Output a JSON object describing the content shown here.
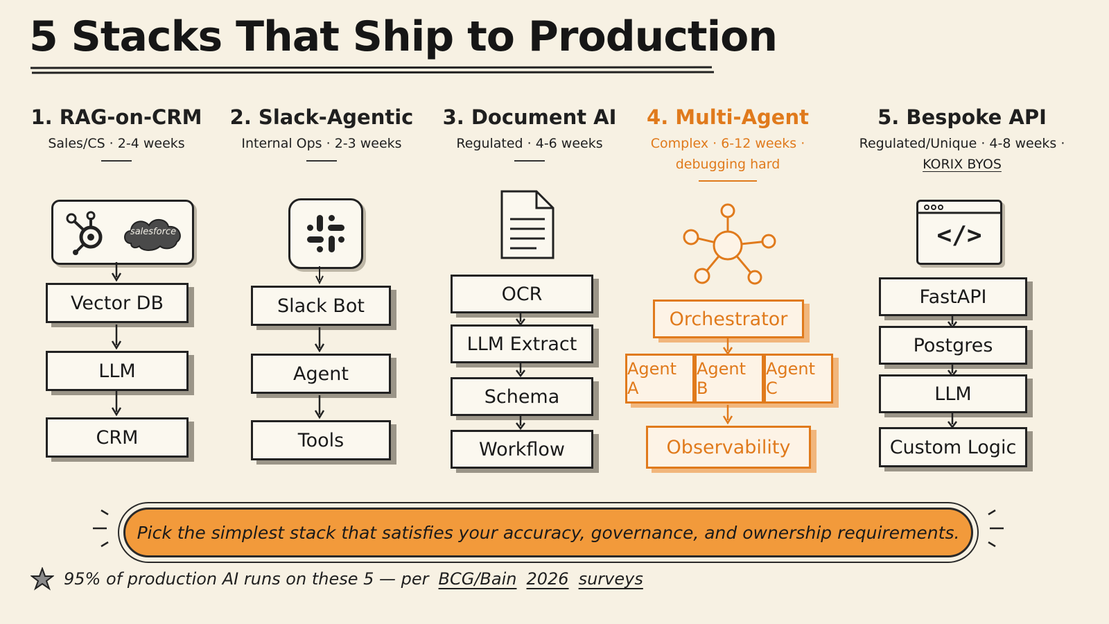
{
  "title": "5 Stacks That Ship to Production",
  "stacks": [
    {
      "title": "1. RAG-on-CRM",
      "meta": "Sales/CS · 2-4 weeks",
      "icons": [
        "hubspot-icon",
        "salesforce-icon"
      ],
      "salesforce_text": "salesforce",
      "blocks": [
        "Vector DB",
        "LLM",
        "CRM"
      ]
    },
    {
      "title": "2. Slack-Agentic",
      "meta": "Internal Ops · 2-3 weeks",
      "icons": [
        "slack-icon"
      ],
      "blocks": [
        "Slack Bot",
        "Agent",
        "Tools"
      ]
    },
    {
      "title": "3. Document AI",
      "meta": "Regulated · 4-6 weeks",
      "icons": [
        "document-icon"
      ],
      "blocks": [
        "OCR",
        "LLM Extract",
        "Schema",
        "Workflow"
      ]
    },
    {
      "title": "4. Multi-Agent",
      "meta_line1": "Complex · 6-12 weeks ·",
      "meta_line2": "debugging hard",
      "icons": [
        "network-hub-icon"
      ],
      "blocks": [
        "Orchestrator",
        "Agent A",
        "Agent B",
        "Agent C",
        "Observability"
      ],
      "accent_color": "#e07a1c"
    },
    {
      "title": "5. Bespoke API",
      "meta_line1": "Regulated/Unique · 4-8 weeks ·",
      "meta_line2": "KORIX BYOS",
      "icons": [
        "code-window-icon"
      ],
      "code_glyph": "</>",
      "blocks": [
        "FastAPI",
        "Postgres",
        "LLM",
        "Custom Logic"
      ]
    }
  ],
  "banner": "Pick the simplest stack that satisfies your accuracy, governance, and ownership requirements.",
  "footer": {
    "icon": "star-icon",
    "part1": "95% of production AI runs on these 5 — per",
    "source": "BCG/Bain",
    "year": "2026",
    "suffix": "surveys"
  },
  "colors": {
    "background": "#f7f1e3",
    "ink": "#1f1f1f",
    "accent_orange": "#e07a1c",
    "banner_fill": "#f29a3b"
  }
}
